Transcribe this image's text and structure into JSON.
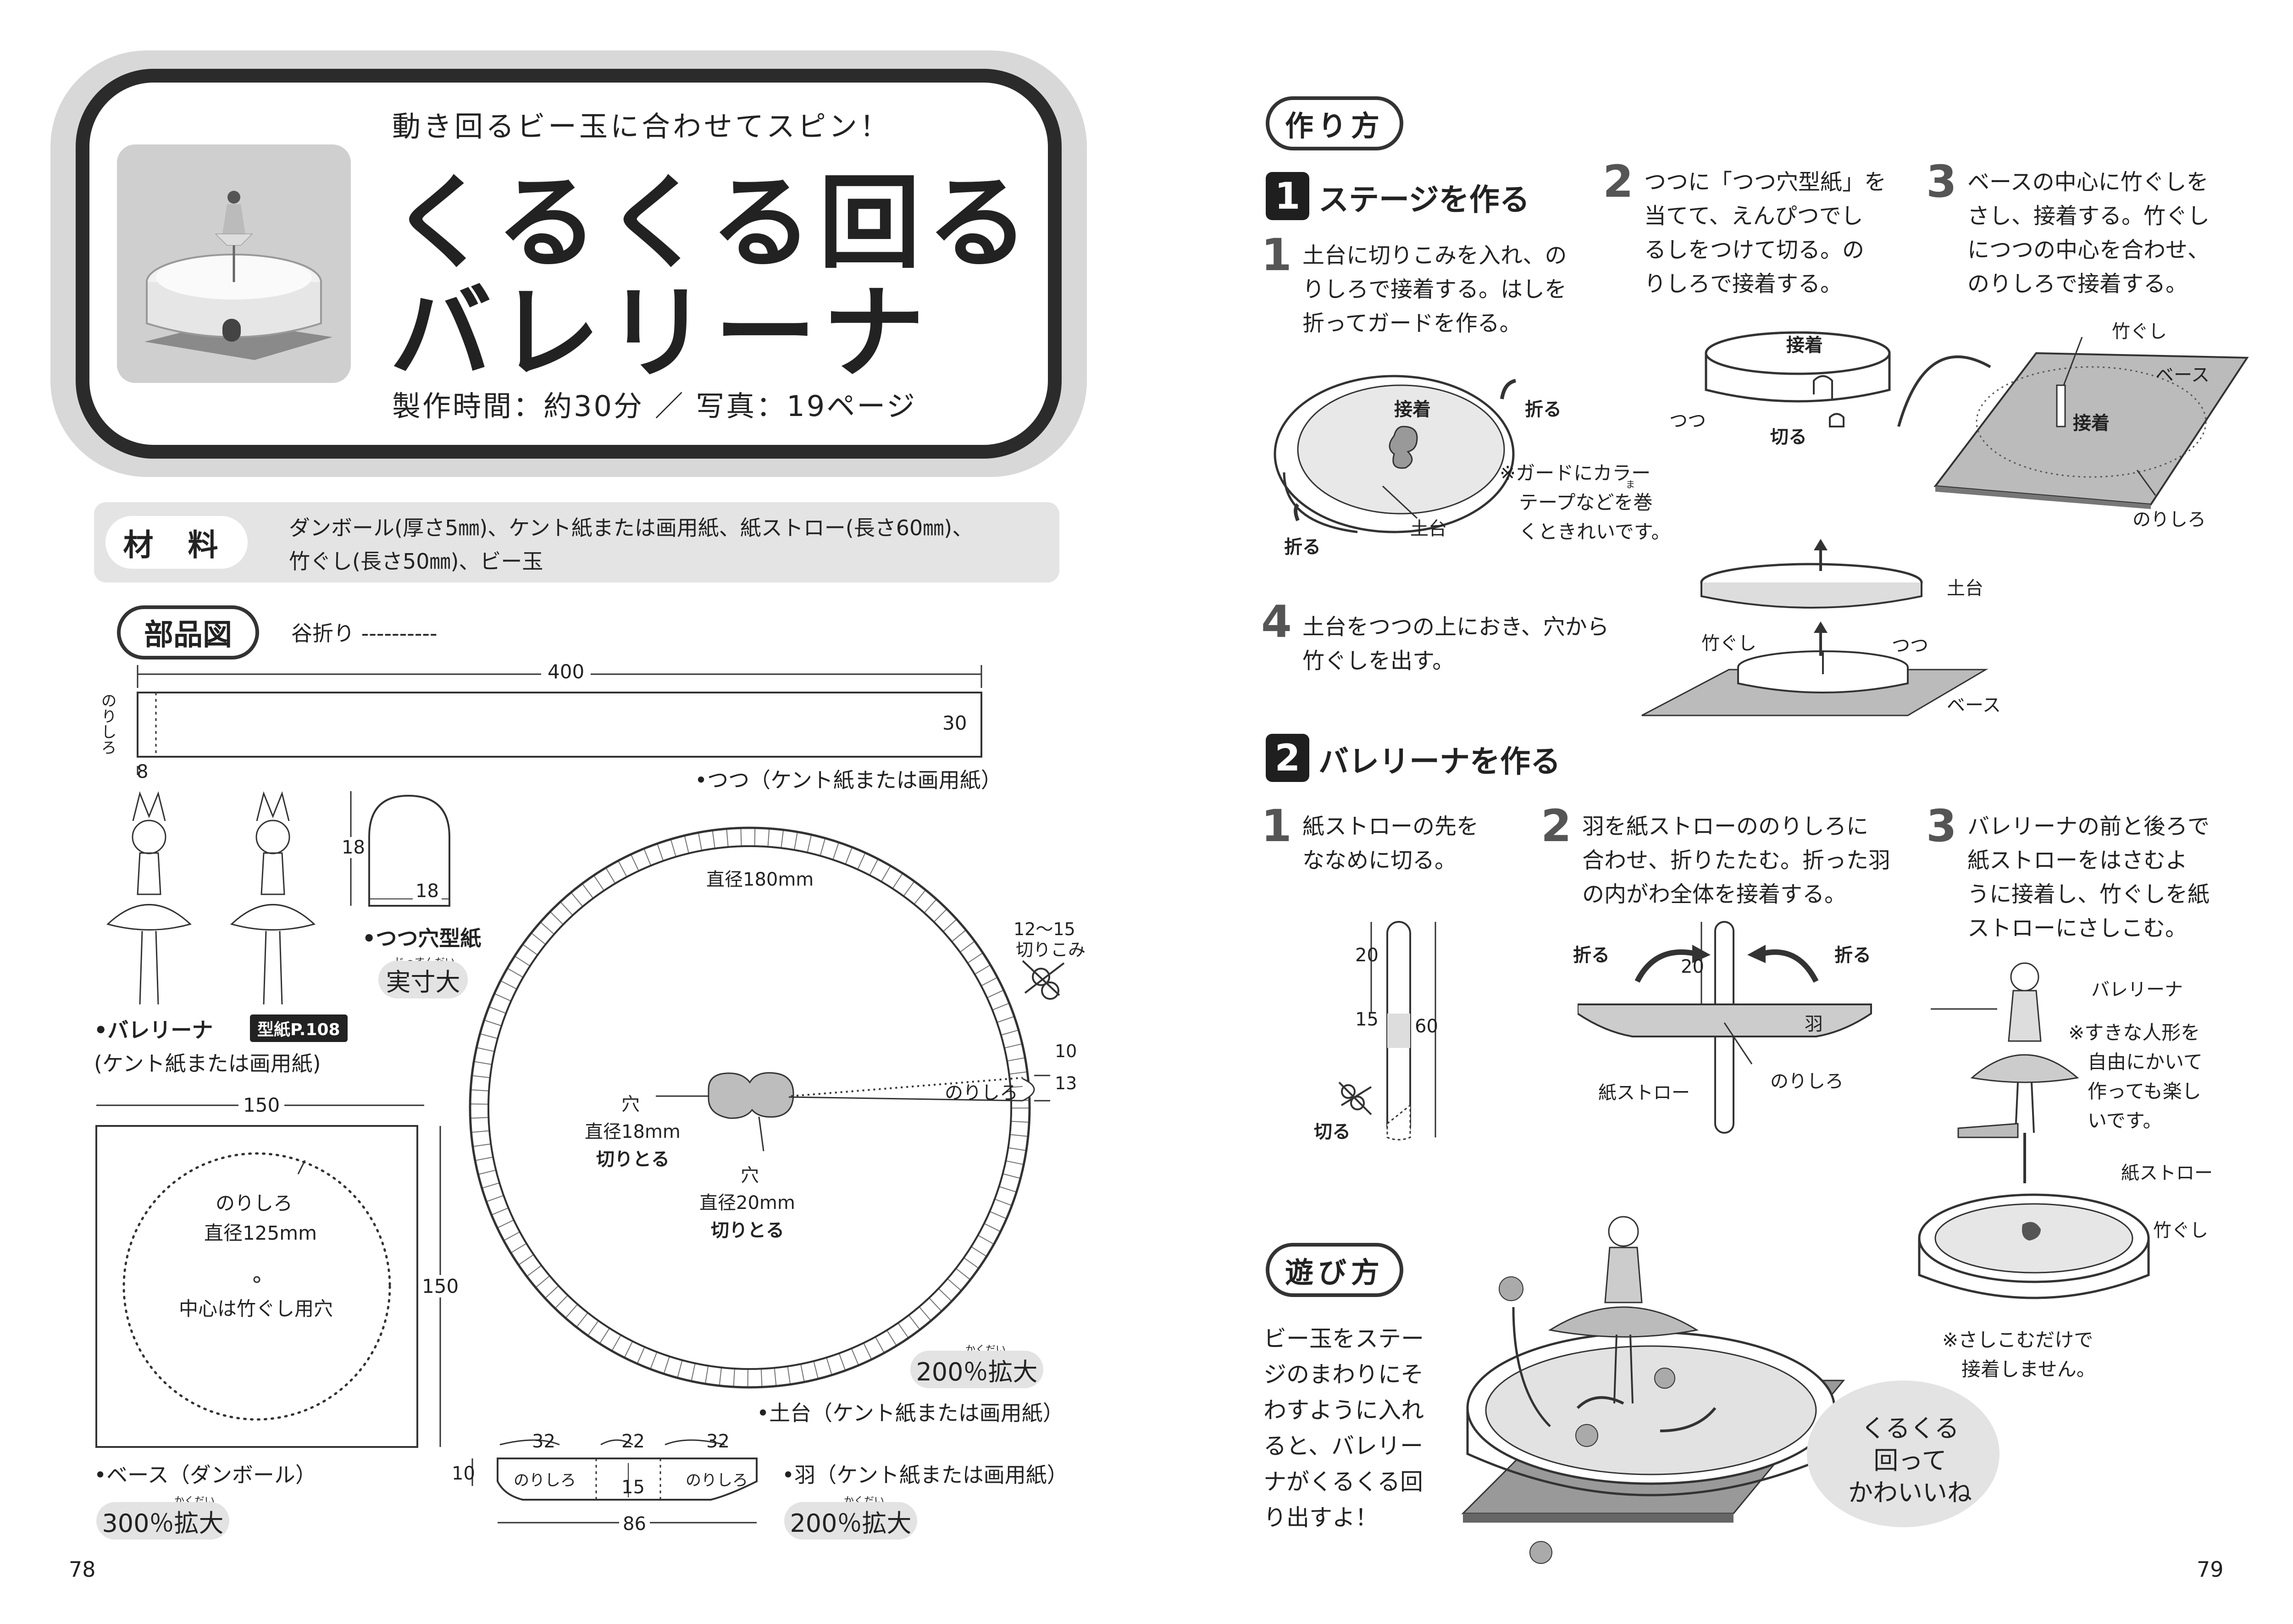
{
  "title": {
    "subtitle": "動き回るビー玉に合わせてスピン！",
    "line1": "くるくる回る",
    "line2": "バレリーナ",
    "meta": "製作時間：約30分 ／ 写真：19ページ"
  },
  "materials": {
    "badge": "材 料",
    "line1": "ダンボール(厚さ5㎜)、ケント紙または画用紙、紙ストロー(長さ60㎜)、",
    "line2": "竹ぐし(長さ50㎜)、ビー玉"
  },
  "parts": {
    "badge": "部品図",
    "legend": "谷折り ----------",
    "tsutsu": {
      "width": "400",
      "height": "30",
      "glue_label": "のりしろ",
      "glue_width": "8",
      "caption": "•つつ（ケント紙または画用紙）"
    },
    "ballerina": {
      "caption": "•バレリーナ",
      "pattern_tag": "型紙P.108",
      "material": "(ケント紙または画用紙)"
    },
    "hole_template": {
      "height": "18",
      "width": "18",
      "caption": "•つつ穴型紙",
      "scale_ruby": "じっすんだい",
      "scale": "実寸大"
    },
    "base": {
      "width": "150",
      "height": "150",
      "glue": "のりしろ",
      "diameter": "直径125mm",
      "center": "中心は竹ぐし用穴",
      "caption": "•ベース（ダンボール）",
      "scale_ruby": "かくだい",
      "scale": "300％拡大"
    },
    "stage": {
      "diameter": "直径180mm",
      "cut_range": "12～15",
      "cut_label": "切りこみ",
      "dim10": "10",
      "dim13": "13",
      "glue": "のりしろ",
      "hole1_label": "穴",
      "hole1_dia": "直径18mm",
      "hole1_cut": "切りとる",
      "hole2_label": "穴",
      "hole2_dia": "直径20mm",
      "hole2_cut": "切りとる",
      "scale_ruby": "かくだい",
      "scale": "200％拡大",
      "caption": "•土台（ケント紙または画用紙）"
    },
    "wing": {
      "w1": "32",
      "w2": "22",
      "w3": "32",
      "height": "10",
      "center_h": "15",
      "bottom": "86",
      "glue_left": "のりしろ",
      "glue_right": "のりしろ",
      "caption": "•羽（ケント紙または画用紙）",
      "scale_ruby": "かくだい",
      "scale": "200％拡大"
    }
  },
  "page_left": "78",
  "page_right": "79",
  "howto": {
    "badge": "作り方",
    "section1": {
      "num": "1",
      "title": "ステージを作る",
      "steps": [
        {
          "num": "1",
          "text": "土台に切りこみを入れ、の\nりしろで接着する。はしを\n折ってガードを作る。"
        },
        {
          "num": "2",
          "text": "つつに「つつ穴型紙」を\n当てて、えんぴつでし\nるしをつけて切る。の\nりしろで接着する。"
        },
        {
          "num": "3",
          "text": "ベースの中心に竹ぐしを\nさし、接着する。竹ぐし\nにつつの中心を合わせ、\nのりしろで接着する。"
        },
        {
          "num": "4",
          "text": "土台をつつの上におき、穴から\n竹ぐしを出す。"
        }
      ],
      "labels": {
        "glue": "接着",
        "fold": "折る",
        "fold2": "折る",
        "base_plate": "土台",
        "note": "※ガードにカラー\n　テープなどを巻\n　くときれいです。",
        "note_ruby": "ま",
        "tube": "つつ",
        "cut": "切る",
        "glue2": "接着",
        "stick": "竹ぐし",
        "base": "ベース",
        "glue3": "接着",
        "margin": "のりしろ",
        "stage": "土台",
        "stick2": "竹ぐし",
        "tube2": "つつ",
        "base2": "ベース"
      }
    },
    "section2": {
      "num": "2",
      "title": "バレリーナを作る",
      "steps": [
        {
          "num": "1",
          "text": "紙ストローの先を\nななめに切る。"
        },
        {
          "num": "2",
          "text": "羽を紙ストローののりしろに\n合わせ、折りたたむ。折った羽\nの内がわ全体を接着する。"
        },
        {
          "num": "3",
          "text": "バレリーナの前と後ろで\n紙ストローをはさむよ\nうに接着し、竹ぐしを紙\nストローにさしこむ。"
        }
      ],
      "labels": {
        "d20": "20",
        "d15": "15",
        "d60": "60",
        "cut": "切る",
        "fold_l": "折る",
        "fold_r": "折る",
        "d20b": "20",
        "wing": "羽",
        "straw": "紙ストロー",
        "margin": "のりしろ",
        "ballerina": "バレリーナ",
        "note": "※すきな人形を\n　自由にかいて\n　作っても楽し\n　いです。",
        "straw2": "紙ストロー",
        "stick": "竹ぐし",
        "note2": "※さしこむだけで\n　接着しません。"
      }
    }
  },
  "play": {
    "badge": "遊び方",
    "text": "ビー玉をステー\nジのまわりにそ\nわすように入れ\nると、バレリー\nナがくるくる回\nり出すよ！",
    "bubble": "くるくる\n回って\nかわいいね"
  }
}
